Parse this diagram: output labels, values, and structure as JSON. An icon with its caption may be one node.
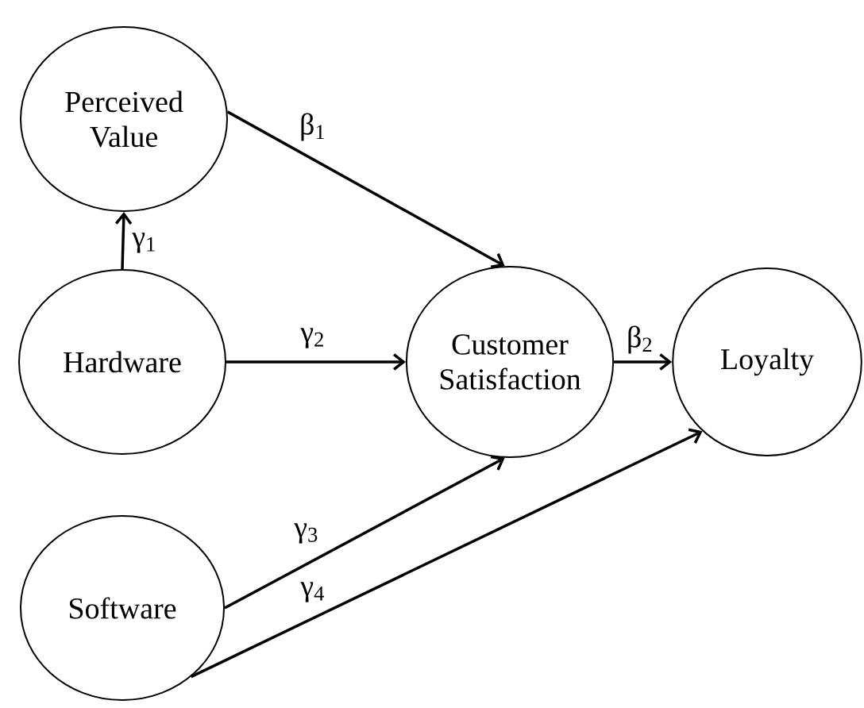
{
  "diagram": {
    "nodes": [
      {
        "text": [
          "Perceived Value"
        ]
      },
      {
        "text": [
          "Hardware"
        ]
      },
      {
        "text": [
          "Customer Satisfaction"
        ]
      },
      {
        "text": [
          "Loyalty"
        ]
      },
      {
        "text": [
          "Software"
        ]
      }
    ],
    "edges": [
      {
        "from": 1,
        "to": 0,
        "arrow": "to",
        "label": "γ$_{1}$"
      },
      {
        "from": 0,
        "to": 2,
        "arrow": "to",
        "label": "β$_{1}$"
      },
      {
        "from": 1,
        "to": 2,
        "arrow": "to",
        "label": "γ$_{2}$"
      },
      {
        "from": 2,
        "to": 3,
        "arrow": "to",
        "label": "β$_{2}$"
      },
      {
        "from": 4,
        "to": 2,
        "arrow": "to",
        "label": "γ$_{3}$"
      },
      {
        "from": 4,
        "to": 3,
        "arrow": "to",
        "label": "γ$_{4}$"
      }
    ]
  }
}
